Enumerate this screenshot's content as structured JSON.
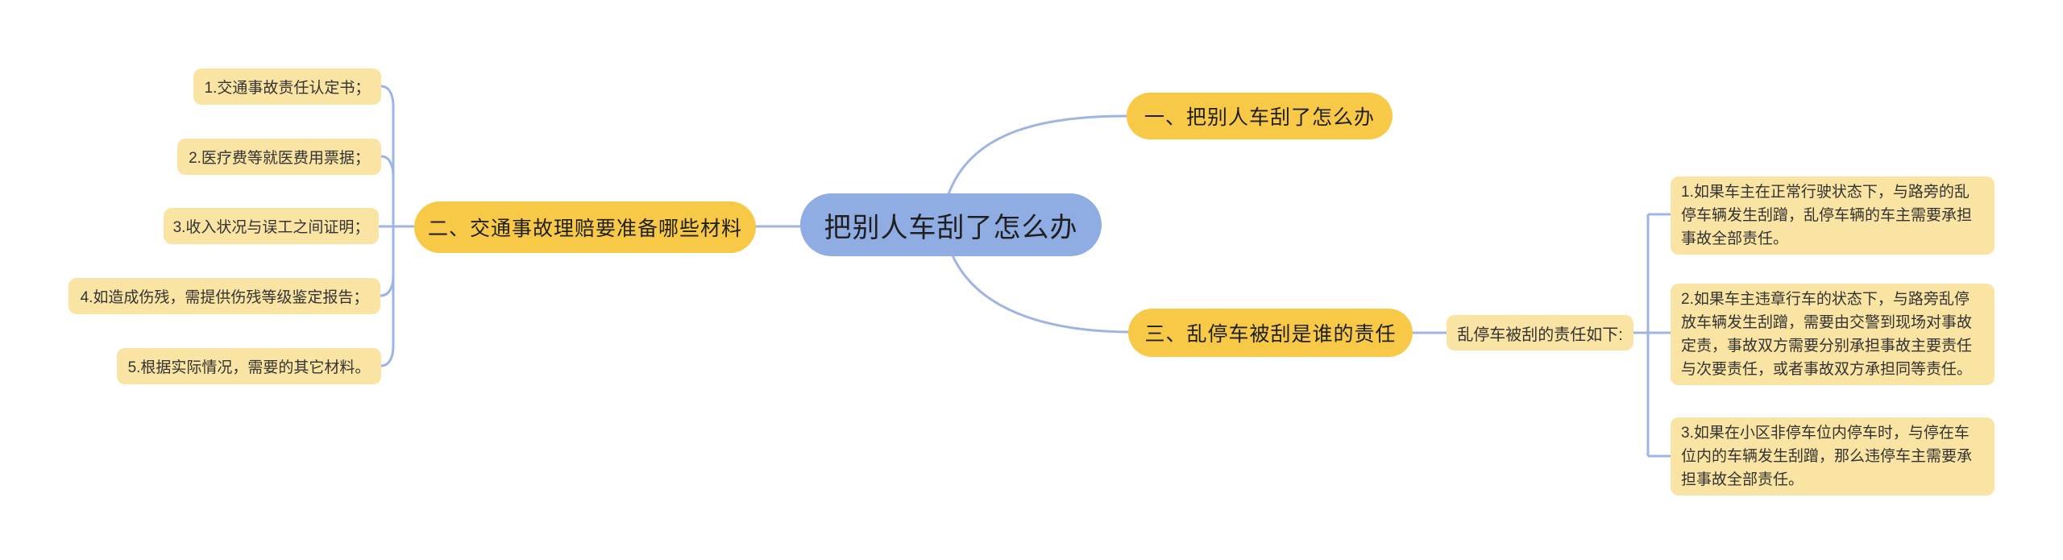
{
  "colors": {
    "root_fill": "#8face3",
    "branch_fill": "#f8c947",
    "leaf_fill": "#fae4a3",
    "connector": "#9db4e4",
    "text": "#1f1f1f"
  },
  "mindmap": {
    "root": {
      "label": "把别人车刮了怎么办"
    },
    "branches": [
      {
        "label": "一、把别人车刮了怎么办"
      },
      {
        "label": "二、交通事故理赔要准备哪些材料",
        "children": [
          {
            "label": "1.交通事故责任认定书；"
          },
          {
            "label": "2.医疗费等就医费用票据；"
          },
          {
            "label": "3.收入状况与误工之间证明；"
          },
          {
            "label": "4.如造成伤残，需提供伤残等级鉴定报告；"
          },
          {
            "label": "5.根据实际情况，需要的其它材料。"
          }
        ]
      },
      {
        "label": "三、乱停车被刮是谁的责任",
        "children": [
          {
            "label": "乱停车被刮的责任如下:"
          }
        ],
        "details": [
          {
            "label": "1.如果车主在正常行驶状态下，与路旁的乱停车辆发生刮蹭，乱停车辆的车主需要承担事故全部责任。"
          },
          {
            "label": "2.如果车主违章行车的状态下，与路旁乱停放车辆发生刮蹭，需要由交警到现场对事故定责，事故双方需要分别承担事故主要责任与次要责任，或者事故双方承担同等责任。"
          },
          {
            "label": "3.如果在小区非停车位内停车时，与停在车位内的车辆发生刮蹭，那么违停车主需要承担事故全部责任。"
          }
        ]
      }
    ]
  }
}
